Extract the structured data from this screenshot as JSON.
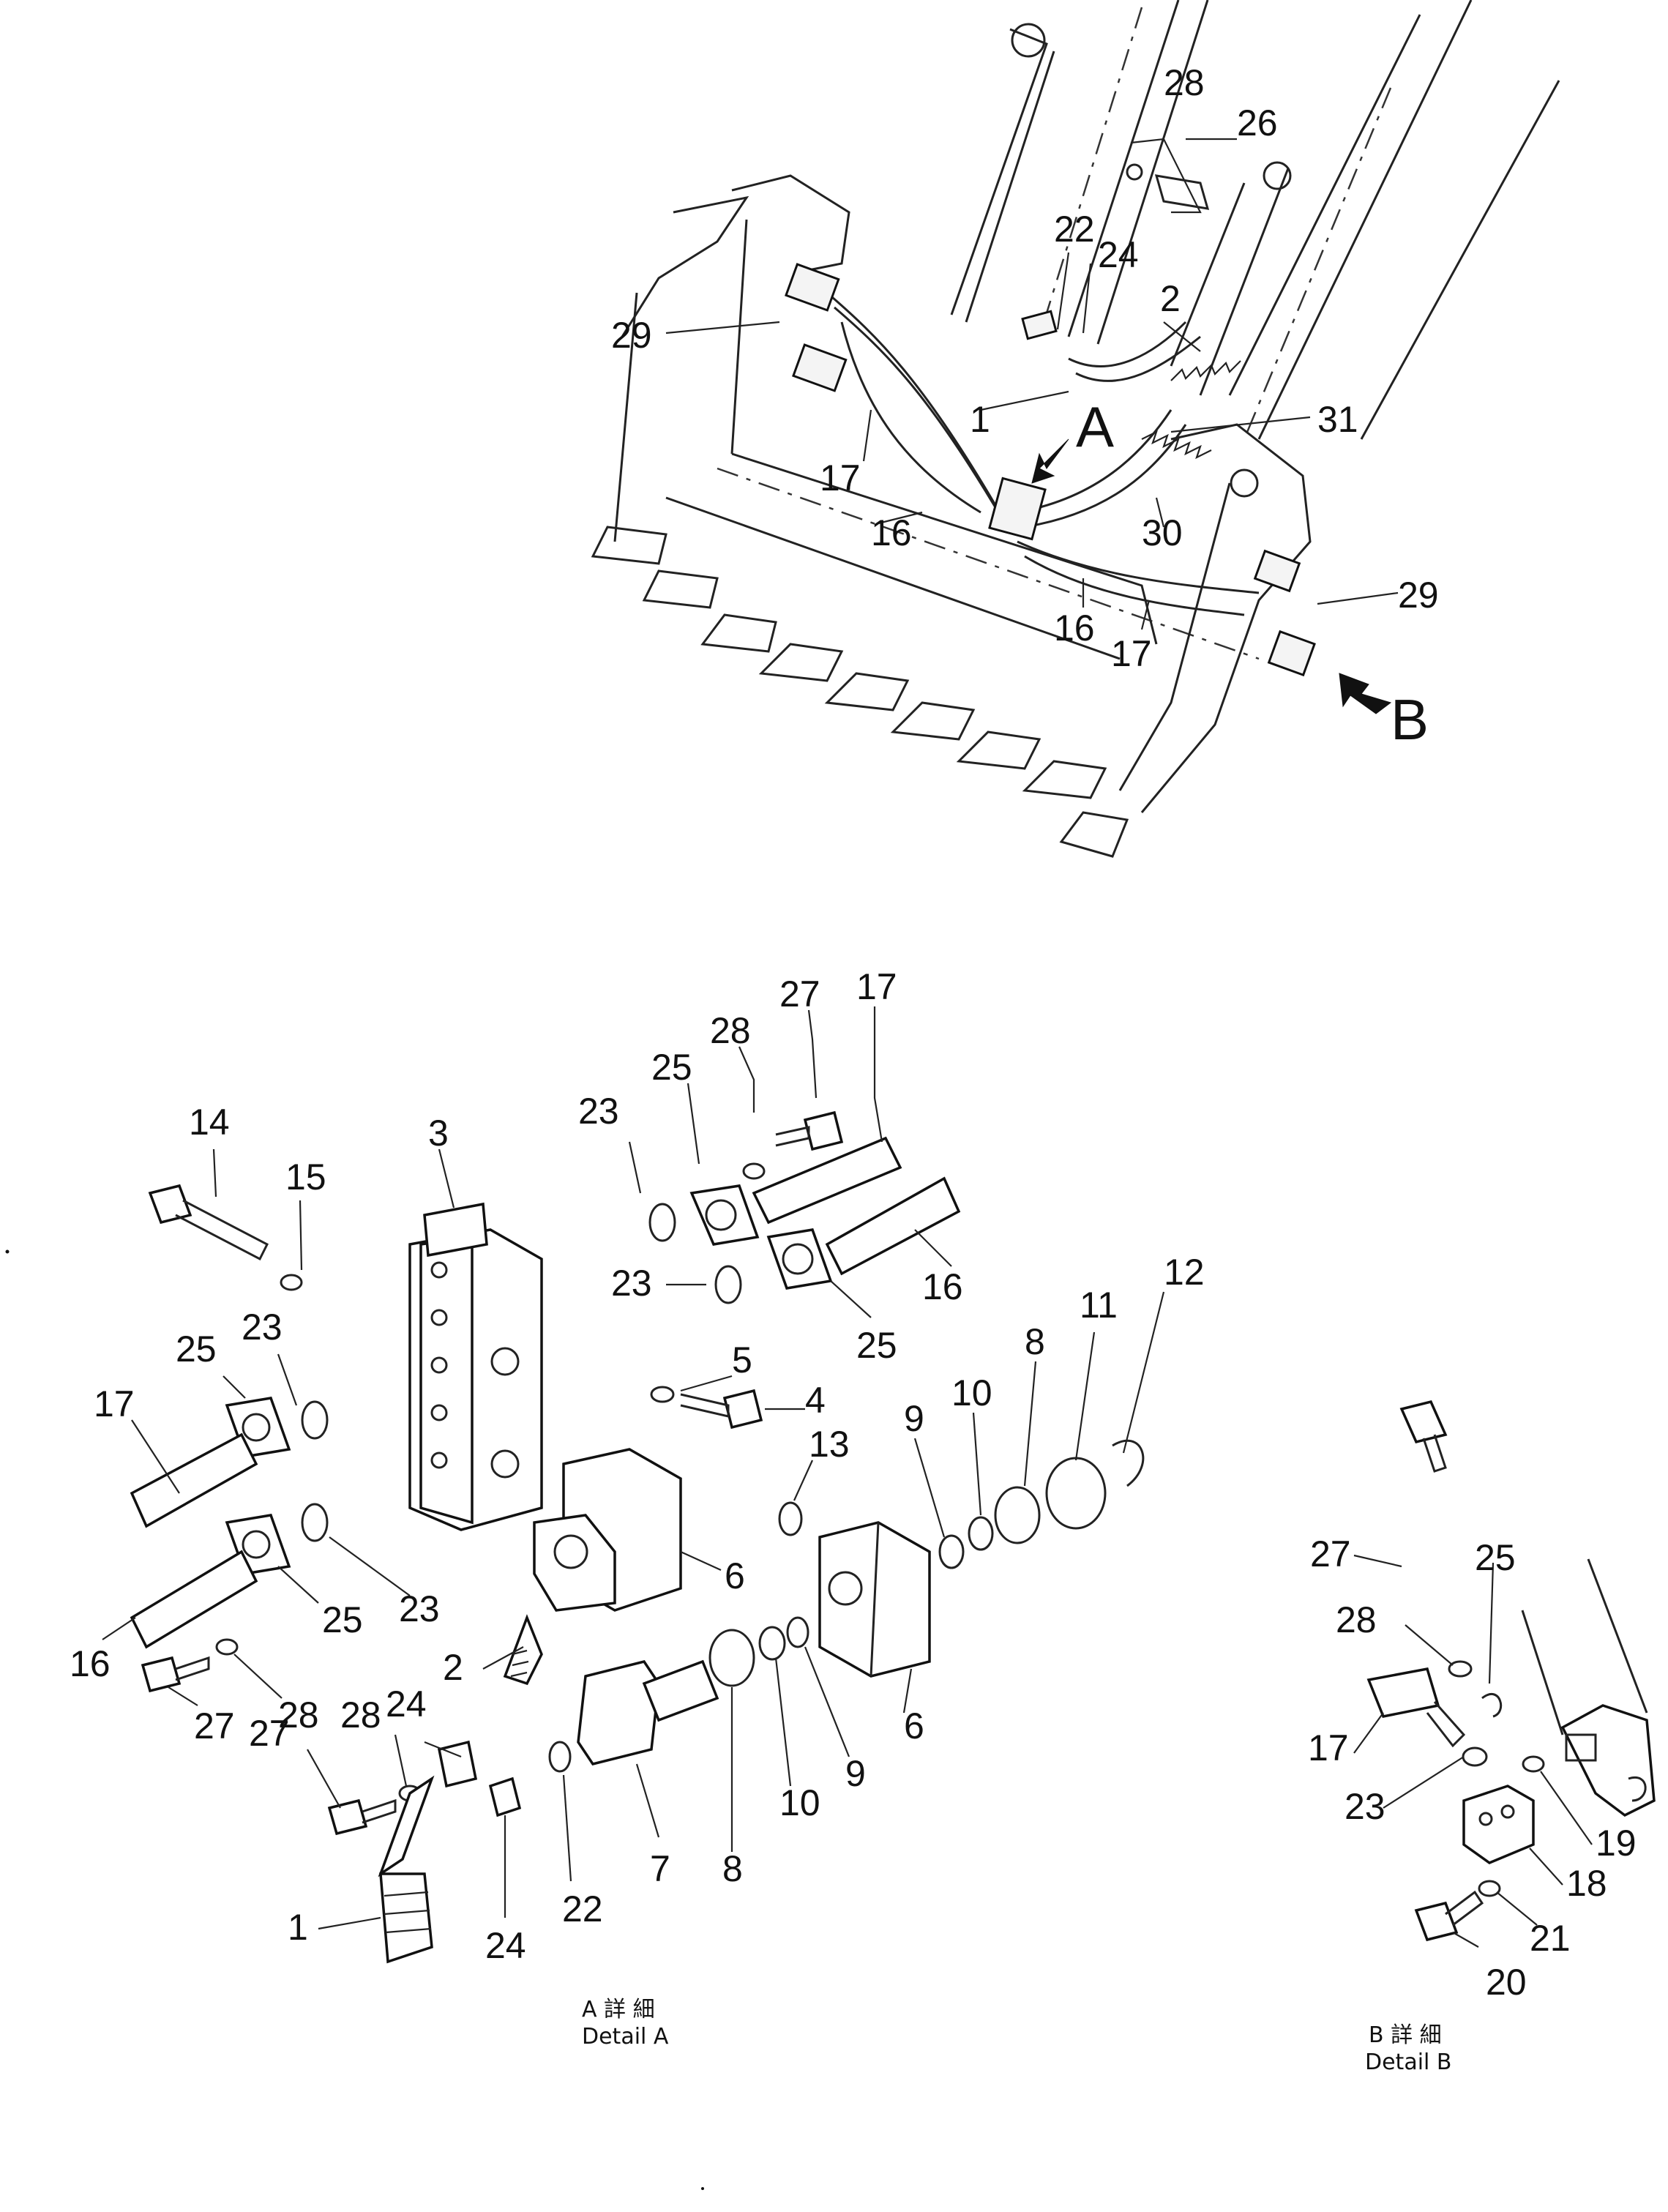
{
  "overview": {
    "callouts": [
      "28",
      "26",
      "22",
      "24",
      "2",
      "29",
      "1",
      "31",
      "17",
      "16",
      "30",
      "29",
      "16",
      "17"
    ],
    "view_markers": [
      "A",
      "B"
    ]
  },
  "detail_a": {
    "callouts": [
      "27",
      "17",
      "28",
      "25",
      "23",
      "14",
      "3",
      "15",
      "23",
      "16",
      "25",
      "23",
      "25",
      "17",
      "5",
      "4",
      "12",
      "11",
      "8",
      "10",
      "9",
      "13",
      "23",
      "6",
      "25",
      "16",
      "28",
      "27",
      "2",
      "24",
      "28",
      "27",
      "6",
      "9",
      "10",
      "8",
      "7",
      "22",
      "24",
      "1"
    ],
    "caption_jp": "A 詳 細",
    "caption_en": "Detail A"
  },
  "detail_b": {
    "callouts": [
      "27",
      "25",
      "28",
      "17",
      "23",
      "19",
      "18",
      "21",
      "20"
    ],
    "caption_jp": "B 詳 細",
    "caption_en": "Detail B"
  }
}
